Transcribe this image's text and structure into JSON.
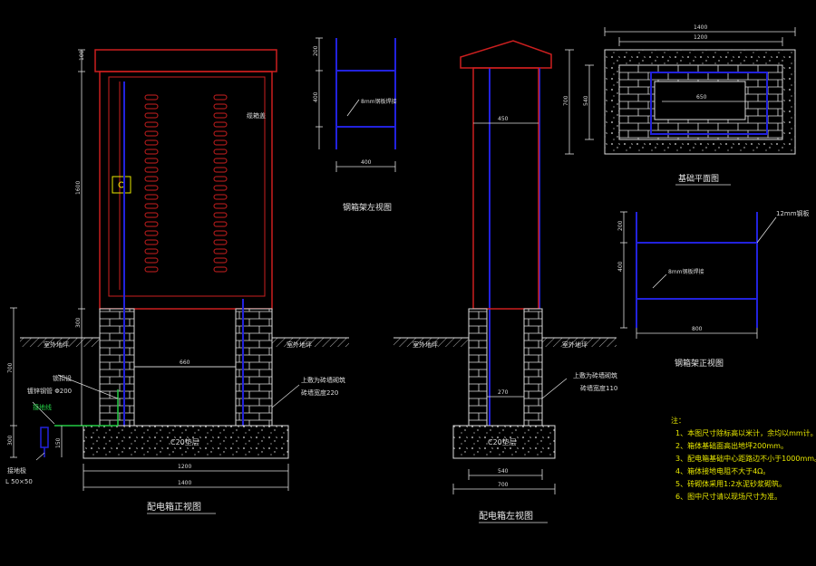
{
  "titles": {
    "front_view": "配电箱正视图",
    "left_view": "配电箱左视图",
    "bracket_left": "钢箱架左视图",
    "bracket_front": "钢箱架正视图",
    "foundation_plan": "基础平面图"
  },
  "labels": {
    "ground_left_1": "室外地坪",
    "ground_left_2": "室外地坪",
    "ground_right_1": "室外地坪",
    "ground_right_2": "室外地坪",
    "lock": "锁扣设",
    "cover": "缆箱盖",
    "pipe": "镀锌钢管 Φ200",
    "ground_wire": "接地线",
    "ground_rod": "接地极",
    "angle": "L 50×50",
    "brick_front": "上敷为砖墙砌筑",
    "brick_front_2": "砖墙宽度220",
    "brick_left": "上敷为砖墙砌筑",
    "brick_left_2": "砖墙宽度110",
    "concrete_front": "C20垫层",
    "concrete_left": "C20垫层",
    "steel_8_a": "8mm钢板焊接",
    "steel_8_b": "8mm钢板焊接",
    "steel_12": "12mm钢板"
  },
  "dimensions": {
    "top_h": "100",
    "body_h": "1600",
    "base_h": "300",
    "below_ground": "300",
    "left_total": "700",
    "foot": "150",
    "gap_front": "660",
    "width_front_inner": "1200",
    "width_front_outer": "1400",
    "gap_left": "450",
    "gap_left_2": "270",
    "width_left_inner": "540",
    "width_left_outer": "700",
    "bl_top": "200",
    "bl_mid": "400",
    "bl_w": "400",
    "bf_h": "400",
    "bf_w": "800",
    "plan_w1": "1400",
    "plan_w2": "1200",
    "plan_inner": "650",
    "plan_h1": "700",
    "plan_h2": "540"
  },
  "notes": {
    "heading": "注：",
    "items": [
      "1、本图尺寸除标高以米计，余均以mm计。",
      "2、箱体基础面高出地坪200mm。",
      "3、配电箱基础中心距路边不小于1000mm。",
      "4、箱体接地电阻不大于4Ω。",
      "5、砖砌体采用1:2水泥砂浆砌筑。",
      "6、图中尺寸请以现场尺寸为准。"
    ]
  },
  "colors": {
    "background": "#000000",
    "box": "#cc1f1f",
    "steel": "#2222dd",
    "dim": "#dddddd",
    "text": "#e8e8e8",
    "notes": "#e8e800",
    "green": "#22cc44"
  }
}
